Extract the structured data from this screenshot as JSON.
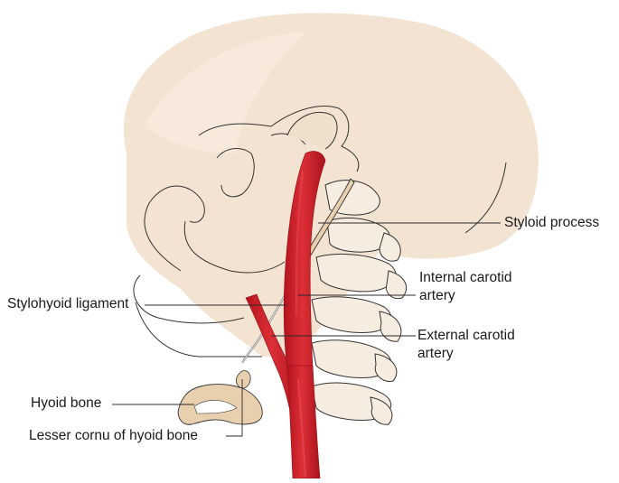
{
  "labels": {
    "styloid_process": "Styloid process",
    "internal_carotid": {
      "line1": "Internal carotid",
      "line2": "artery"
    },
    "stylohyoid_ligament": "Stylohyoid ligament",
    "external_carotid": {
      "line1": "External carotid",
      "line2": "artery"
    },
    "hyoid_bone": "Hyoid bone",
    "lesser_cornu": "Lesser cornu of hyoid bone"
  },
  "colors": {
    "skin": "#f3e3d2",
    "bone": "#e8cfae",
    "artery": "#d3232b",
    "artery_dark": "#9e1119",
    "outline": "#333333",
    "leader": "#2a2a2a"
  }
}
